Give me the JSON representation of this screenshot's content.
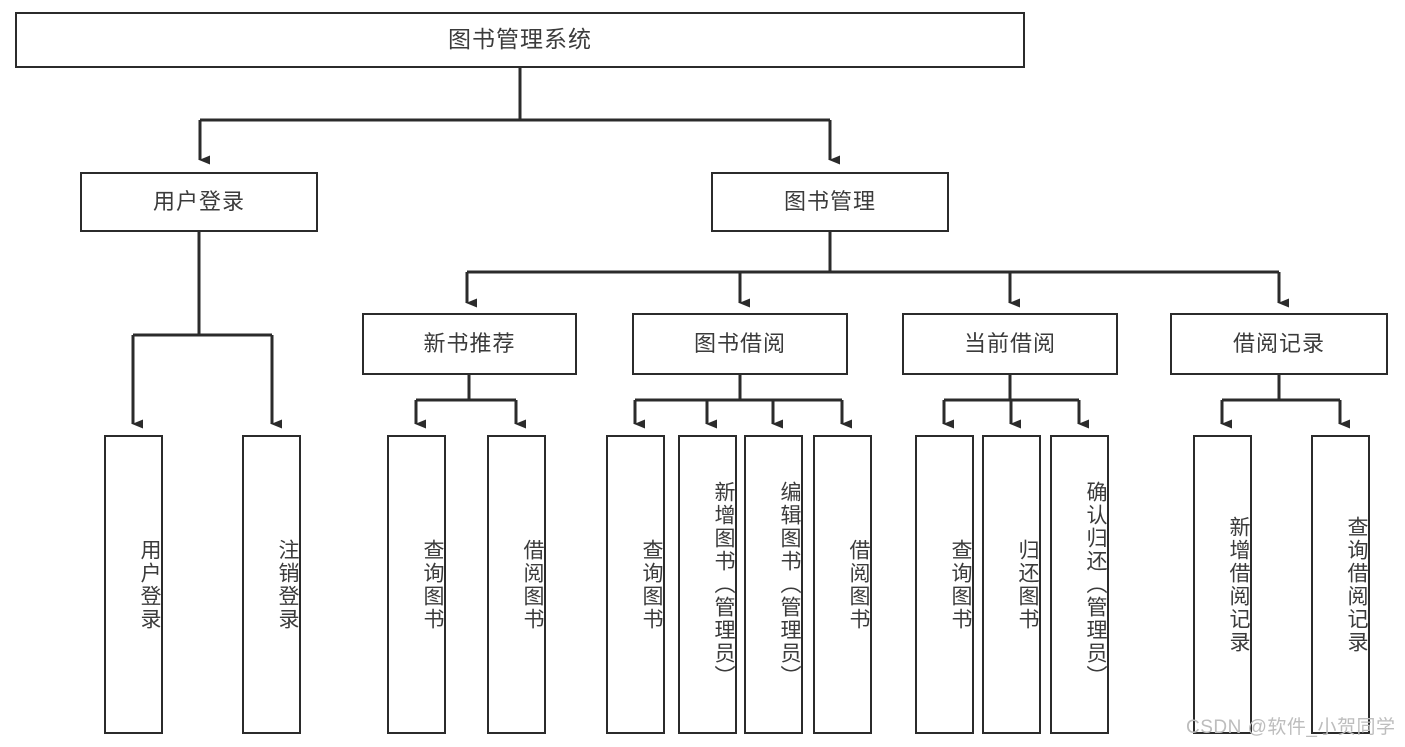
{
  "diagram": {
    "type": "tree",
    "title": "图书管理系统",
    "watermark": "CSDN @软件_小贺同学",
    "colors": {
      "box_border": "#2b2b2b",
      "box_fill": "#ffffff",
      "connector": "#2b2b2b",
      "text": "#3b3b3b",
      "watermark": "#bdbdbd",
      "background": "#ffffff"
    },
    "nodes": {
      "root": {
        "label": "图书管理系统"
      },
      "level2": [
        {
          "id": "user-login",
          "label": "用户登录"
        },
        {
          "id": "book-management",
          "label": "图书管理"
        }
      ],
      "level3": [
        {
          "id": "new-book-recommend",
          "label": "新书推荐"
        },
        {
          "id": "book-borrow",
          "label": "图书借阅"
        },
        {
          "id": "current-borrow",
          "label": "当前借阅"
        },
        {
          "id": "borrow-record",
          "label": "借阅记录"
        }
      ],
      "leaves": {
        "user_login": [
          {
            "id": "leaf-user-login",
            "label": "用户登录"
          },
          {
            "id": "leaf-logout-login",
            "label": "注销登录"
          }
        ],
        "new_book_recommend": [
          {
            "id": "leaf-query-book-1",
            "label": "查询图书"
          },
          {
            "id": "leaf-borrow-book-1",
            "label": "借阅图书"
          }
        ],
        "book_borrow": [
          {
            "id": "leaf-query-book-2",
            "label": "查询图书"
          },
          {
            "id": "leaf-add-book",
            "label": "新增图书（管理员）"
          },
          {
            "id": "leaf-edit-book",
            "label": "编辑图书（管理员）"
          },
          {
            "id": "leaf-borrow-book-2",
            "label": "借阅图书"
          }
        ],
        "current_borrow": [
          {
            "id": "leaf-query-book-3",
            "label": "查询图书"
          },
          {
            "id": "leaf-return-book",
            "label": "归还图书"
          },
          {
            "id": "leaf-confirm-return",
            "label": "确认归还（管理员）"
          }
        ],
        "borrow_record": [
          {
            "id": "leaf-add-record",
            "label": "新增借阅记录"
          },
          {
            "id": "leaf-query-record",
            "label": "查询借阅记录"
          }
        ]
      }
    }
  }
}
